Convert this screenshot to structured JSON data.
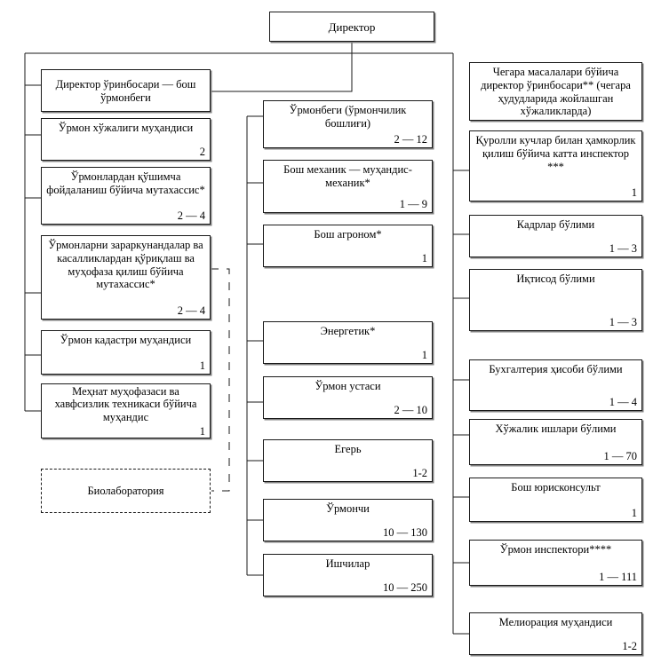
{
  "diagram": {
    "type": "org-chart",
    "language": "uz-Cyrl",
    "root": {
      "id": "director",
      "label": "Директор",
      "count": ""
    },
    "columns": {
      "left": {
        "name": "deputy-forestry-branch",
        "nodes": [
          {
            "id": "deputy-director",
            "label": "Директор ўринбосари — бош ўрмонбеги",
            "count": ""
          },
          {
            "id": "forestry-engineer",
            "label": "Ўрмон хўжалиги муҳандиси",
            "count": "2"
          },
          {
            "id": "supplementary-use-specialist",
            "label": "Ўрмонлардан қўшимча фойдаланиш бўйича мутахассис*",
            "count": "2 — 4"
          },
          {
            "id": "pest-protection-specialist",
            "label": "Ўрмонларни зараркунандалар ва касалликлардан қўриқлаш ва муҳофаза қилиш бўйича мутахассис*",
            "count": "2 — 4"
          },
          {
            "id": "forest-cadastre-engineer",
            "label": "Ўрмон кадастри муҳандиси",
            "count": "1"
          },
          {
            "id": "labor-safety-engineer",
            "label": "Меҳнат муҳофазаси ва хавфсизлик техникаси бўйича муҳандис",
            "count": "1"
          },
          {
            "id": "biolaboratory",
            "label": "Биолаборатория",
            "count": "",
            "dashed": true
          }
        ]
      },
      "middle": {
        "name": "forest-ranger-branch",
        "nodes": [
          {
            "id": "forest-ranger-chief",
            "label": "Ўрмонбеги (ўрмончилик бошлиғи)",
            "count": "2 — 12"
          },
          {
            "id": "chief-mechanic",
            "label": "Бош механик — муҳандис-механик*",
            "count": "1 — 9"
          },
          {
            "id": "chief-agronomist",
            "label": "Бош агроном*",
            "count": "1"
          },
          {
            "id": "power-engineer",
            "label": "Энергетик*",
            "count": "1"
          },
          {
            "id": "forest-master",
            "label": "Ўрмон устаси",
            "count": "2 — 10"
          },
          {
            "id": "gamekeeper",
            "label": "Егерь",
            "count": "1-2"
          },
          {
            "id": "forester",
            "label": "Ўрмончи",
            "count": "10 — 130"
          },
          {
            "id": "workers",
            "label": "Ишчилар",
            "count": "10 — 250"
          }
        ]
      },
      "right": {
        "name": "administrative-branch",
        "nodes": [
          {
            "id": "border-deputy-director",
            "label": "Чегара масалалари бўйича директор ўринбосари** (чегара ҳудудларида жойлашган хўжаликларда)",
            "count": ""
          },
          {
            "id": "armed-forces-inspector",
            "label": "Қуролли кучлар билан ҳамкорлик қилиш бўйича катта инспектор ***",
            "count": "1"
          },
          {
            "id": "personnel-department",
            "label": "Кадрлар бўлими",
            "count": "1 — 3"
          },
          {
            "id": "economics-department",
            "label": "Иқтисод бўлими",
            "count": "1 — 3"
          },
          {
            "id": "accounting-department",
            "label": "Бухгалтерия ҳисоби бўлими",
            "count": "1 — 4"
          },
          {
            "id": "economic-affairs-department",
            "label": "Хўжалик ишлари бўлими",
            "count": "1 — 70"
          },
          {
            "id": "chief-legal-counsel",
            "label": "Бош юрисконсульт",
            "count": "1"
          },
          {
            "id": "forest-inspector",
            "label": "Ўрмон инспектори****",
            "count": "1 — 111"
          },
          {
            "id": "melioration-engineer",
            "label": "Мелиорация муҳандиси",
            "count": "1-2"
          }
        ]
      }
    },
    "colors": {
      "border": "#1a1a1a",
      "shadow": "#808080",
      "background": "#ffffff",
      "text": "#000000"
    }
  }
}
